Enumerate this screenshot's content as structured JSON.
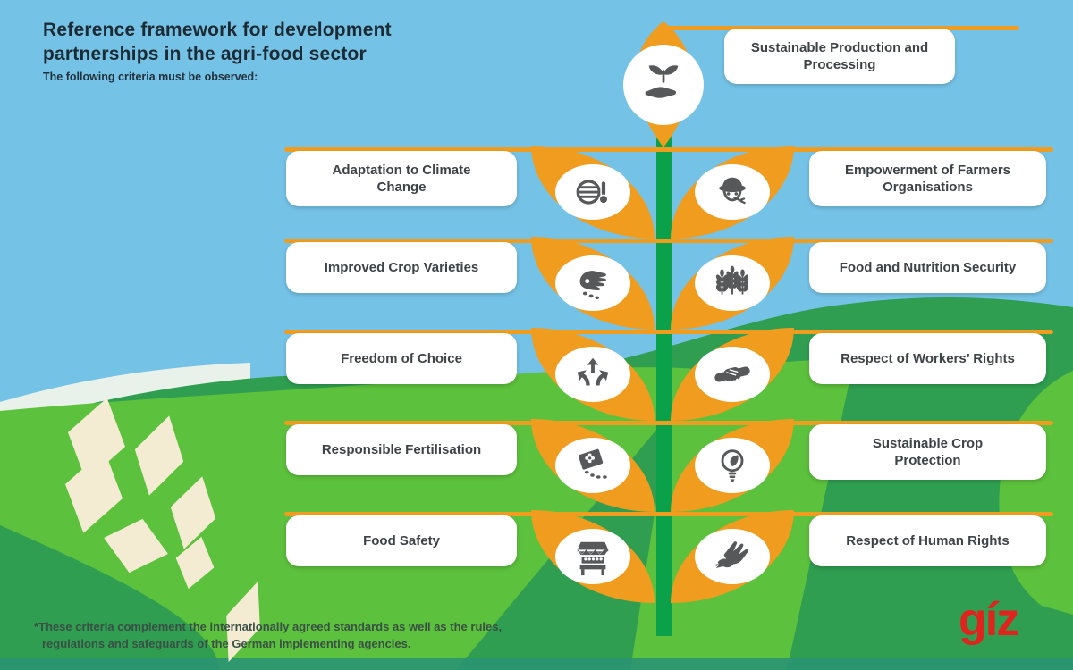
{
  "header": {
    "title": "Reference framework for development\npartnerships in the agri-food sector",
    "subtitle": "The following criteria must be observed:"
  },
  "top_criterion": {
    "label": "Sustainable Production and\nProcessing",
    "icon": "seedling-in-hand-icon"
  },
  "criteria": {
    "left": [
      {
        "label": "Adaptation to Climate\nChange",
        "icon": "globe-thermometer-icon"
      },
      {
        "label": "Improved Crop Varieties",
        "icon": "hand-seeds-icon"
      },
      {
        "label": "Freedom of Choice",
        "icon": "three-way-arrows-icon"
      },
      {
        "label": "Responsible Fertilisation",
        "icon": "seed-packet-icon"
      },
      {
        "label": "Food Safety",
        "icon": "market-stall-icon"
      }
    ],
    "right": [
      {
        "label": "Empowerment of Farmers\nOrganisations",
        "icon": "farmer-icon"
      },
      {
        "label": "Food and Nutrition Security",
        "icon": "wheat-ears-icon"
      },
      {
        "label": "Respect of Workers’ Rights",
        "icon": "handshake-icon"
      },
      {
        "label": "Sustainable Crop\nProtection",
        "icon": "lightbulb-leaf-icon"
      },
      {
        "label": "Respect of Human Rights",
        "icon": "hand-dove-icon"
      }
    ]
  },
  "footnote": {
    "line1": "*These criteria complement the internationally agreed standards as well as the rules,",
    "line2": "regulations and safeguards of the German implementing agencies."
  },
  "logo": {
    "text": "gíz",
    "color": "#e0231c"
  },
  "colors": {
    "sky": "#75c2e7",
    "hill_dark": "#2f9e50",
    "hill_light": "#5cc13c",
    "stem_green": "#0ba14a",
    "leaf_orange": "#f09c1e",
    "box_background": "#ffffff",
    "title_text": "#1c2a33",
    "label_text": "#3d4347",
    "footnote_text": "#3a4f46",
    "wheat_cream": "#f3ecd2",
    "icon_gray": "#57585a",
    "bottom_strip": "#2a9472"
  }
}
